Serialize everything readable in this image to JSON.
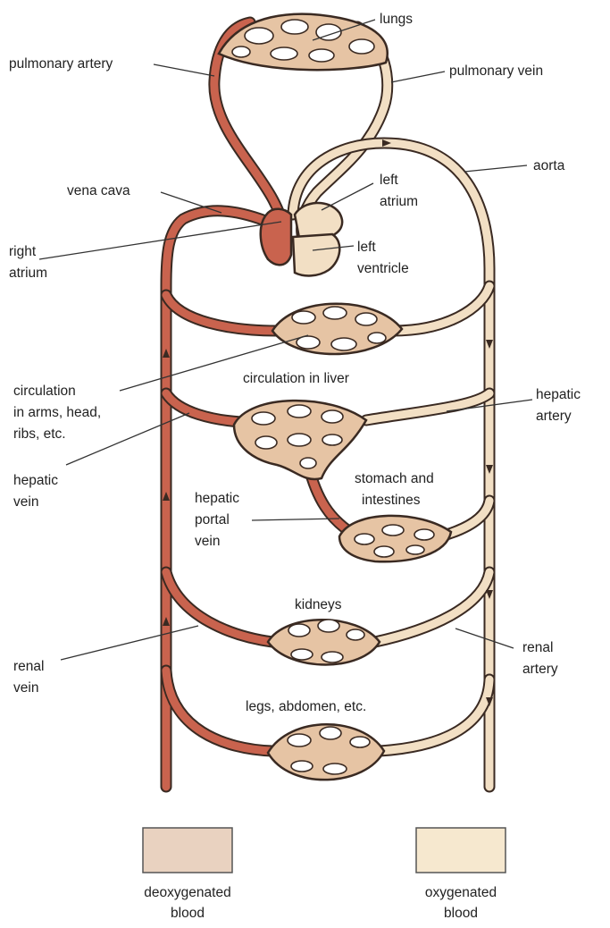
{
  "labels": {
    "lungs": "lungs",
    "pulmonary_artery": "pulmonary artery",
    "pulmonary_vein": "pulmonary vein",
    "aorta": "aorta",
    "vena_cava": "vena cava",
    "left_atrium_1": "left",
    "left_atrium_2": "atrium",
    "right_atrium_1": "right",
    "right_atrium_2": "atrium",
    "left_ventricle_1": "left",
    "left_ventricle_2": "ventricle",
    "circulation_arms_1": "circulation",
    "circulation_arms_2": "in arms, head,",
    "circulation_arms_3": "ribs, etc.",
    "circulation_liver": "circulation in liver",
    "hepatic_artery_1": "hepatic",
    "hepatic_artery_2": "artery",
    "hepatic_vein_1": "hepatic",
    "hepatic_vein_2": "vein",
    "stomach_1": "stomach and",
    "stomach_2": "intestines",
    "hepatic_portal_1": "hepatic",
    "hepatic_portal_2": "portal",
    "hepatic_portal_3": "vein",
    "kidneys": "kidneys",
    "renal_artery_1": "renal",
    "renal_artery_2": "artery",
    "renal_vein_1": "renal",
    "renal_vein_2": "vein",
    "legs": "legs, abdomen, etc."
  },
  "legend": {
    "deoxygenated_1": "deoxygenated",
    "deoxygenated_2": "blood",
    "oxygenated_1": "oxygenated",
    "oxygenated_2": "blood"
  },
  "colors": {
    "deoxygenated": "#c9634e",
    "oxygenated": "#f2dfc4",
    "outline": "#3a2a22"
  }
}
